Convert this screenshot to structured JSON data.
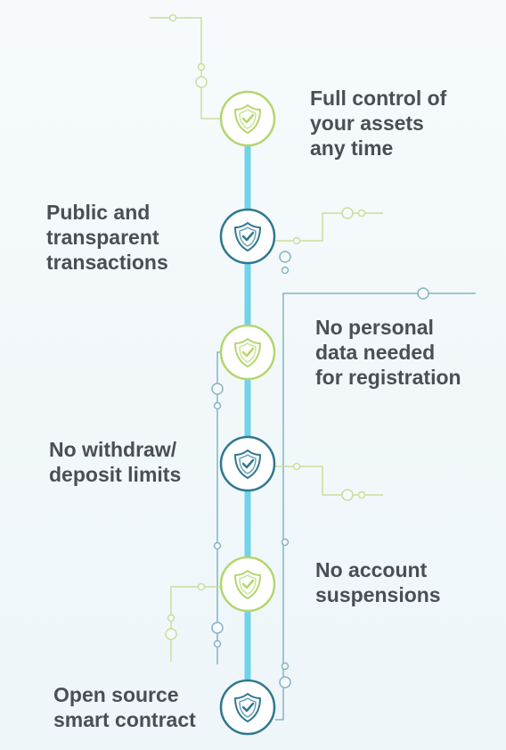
{
  "colors": {
    "spine": "#6fd3ea",
    "green": "#b5d56f",
    "teal": "#2f7890",
    "line_green": "#c9df9a",
    "line_blue": "#86b4c6",
    "text": "#4b4f55"
  },
  "icon_name": "shield-check-icon",
  "features": [
    {
      "lines": [
        "Full control of",
        "your assets",
        "any time"
      ],
      "icon_color": "green"
    },
    {
      "lines": [
        "Public and",
        "transparent",
        "transactions"
      ],
      "icon_color": "teal"
    },
    {
      "lines": [
        "No personal",
        "data needed",
        "for registration"
      ],
      "icon_color": "green"
    },
    {
      "lines": [
        "No withdraw/",
        "deposit limits"
      ],
      "icon_color": "teal"
    },
    {
      "lines": [
        "No account",
        "suspensions"
      ],
      "icon_color": "green"
    },
    {
      "lines": [
        "Open source",
        "smart contract"
      ],
      "icon_color": "teal"
    }
  ]
}
